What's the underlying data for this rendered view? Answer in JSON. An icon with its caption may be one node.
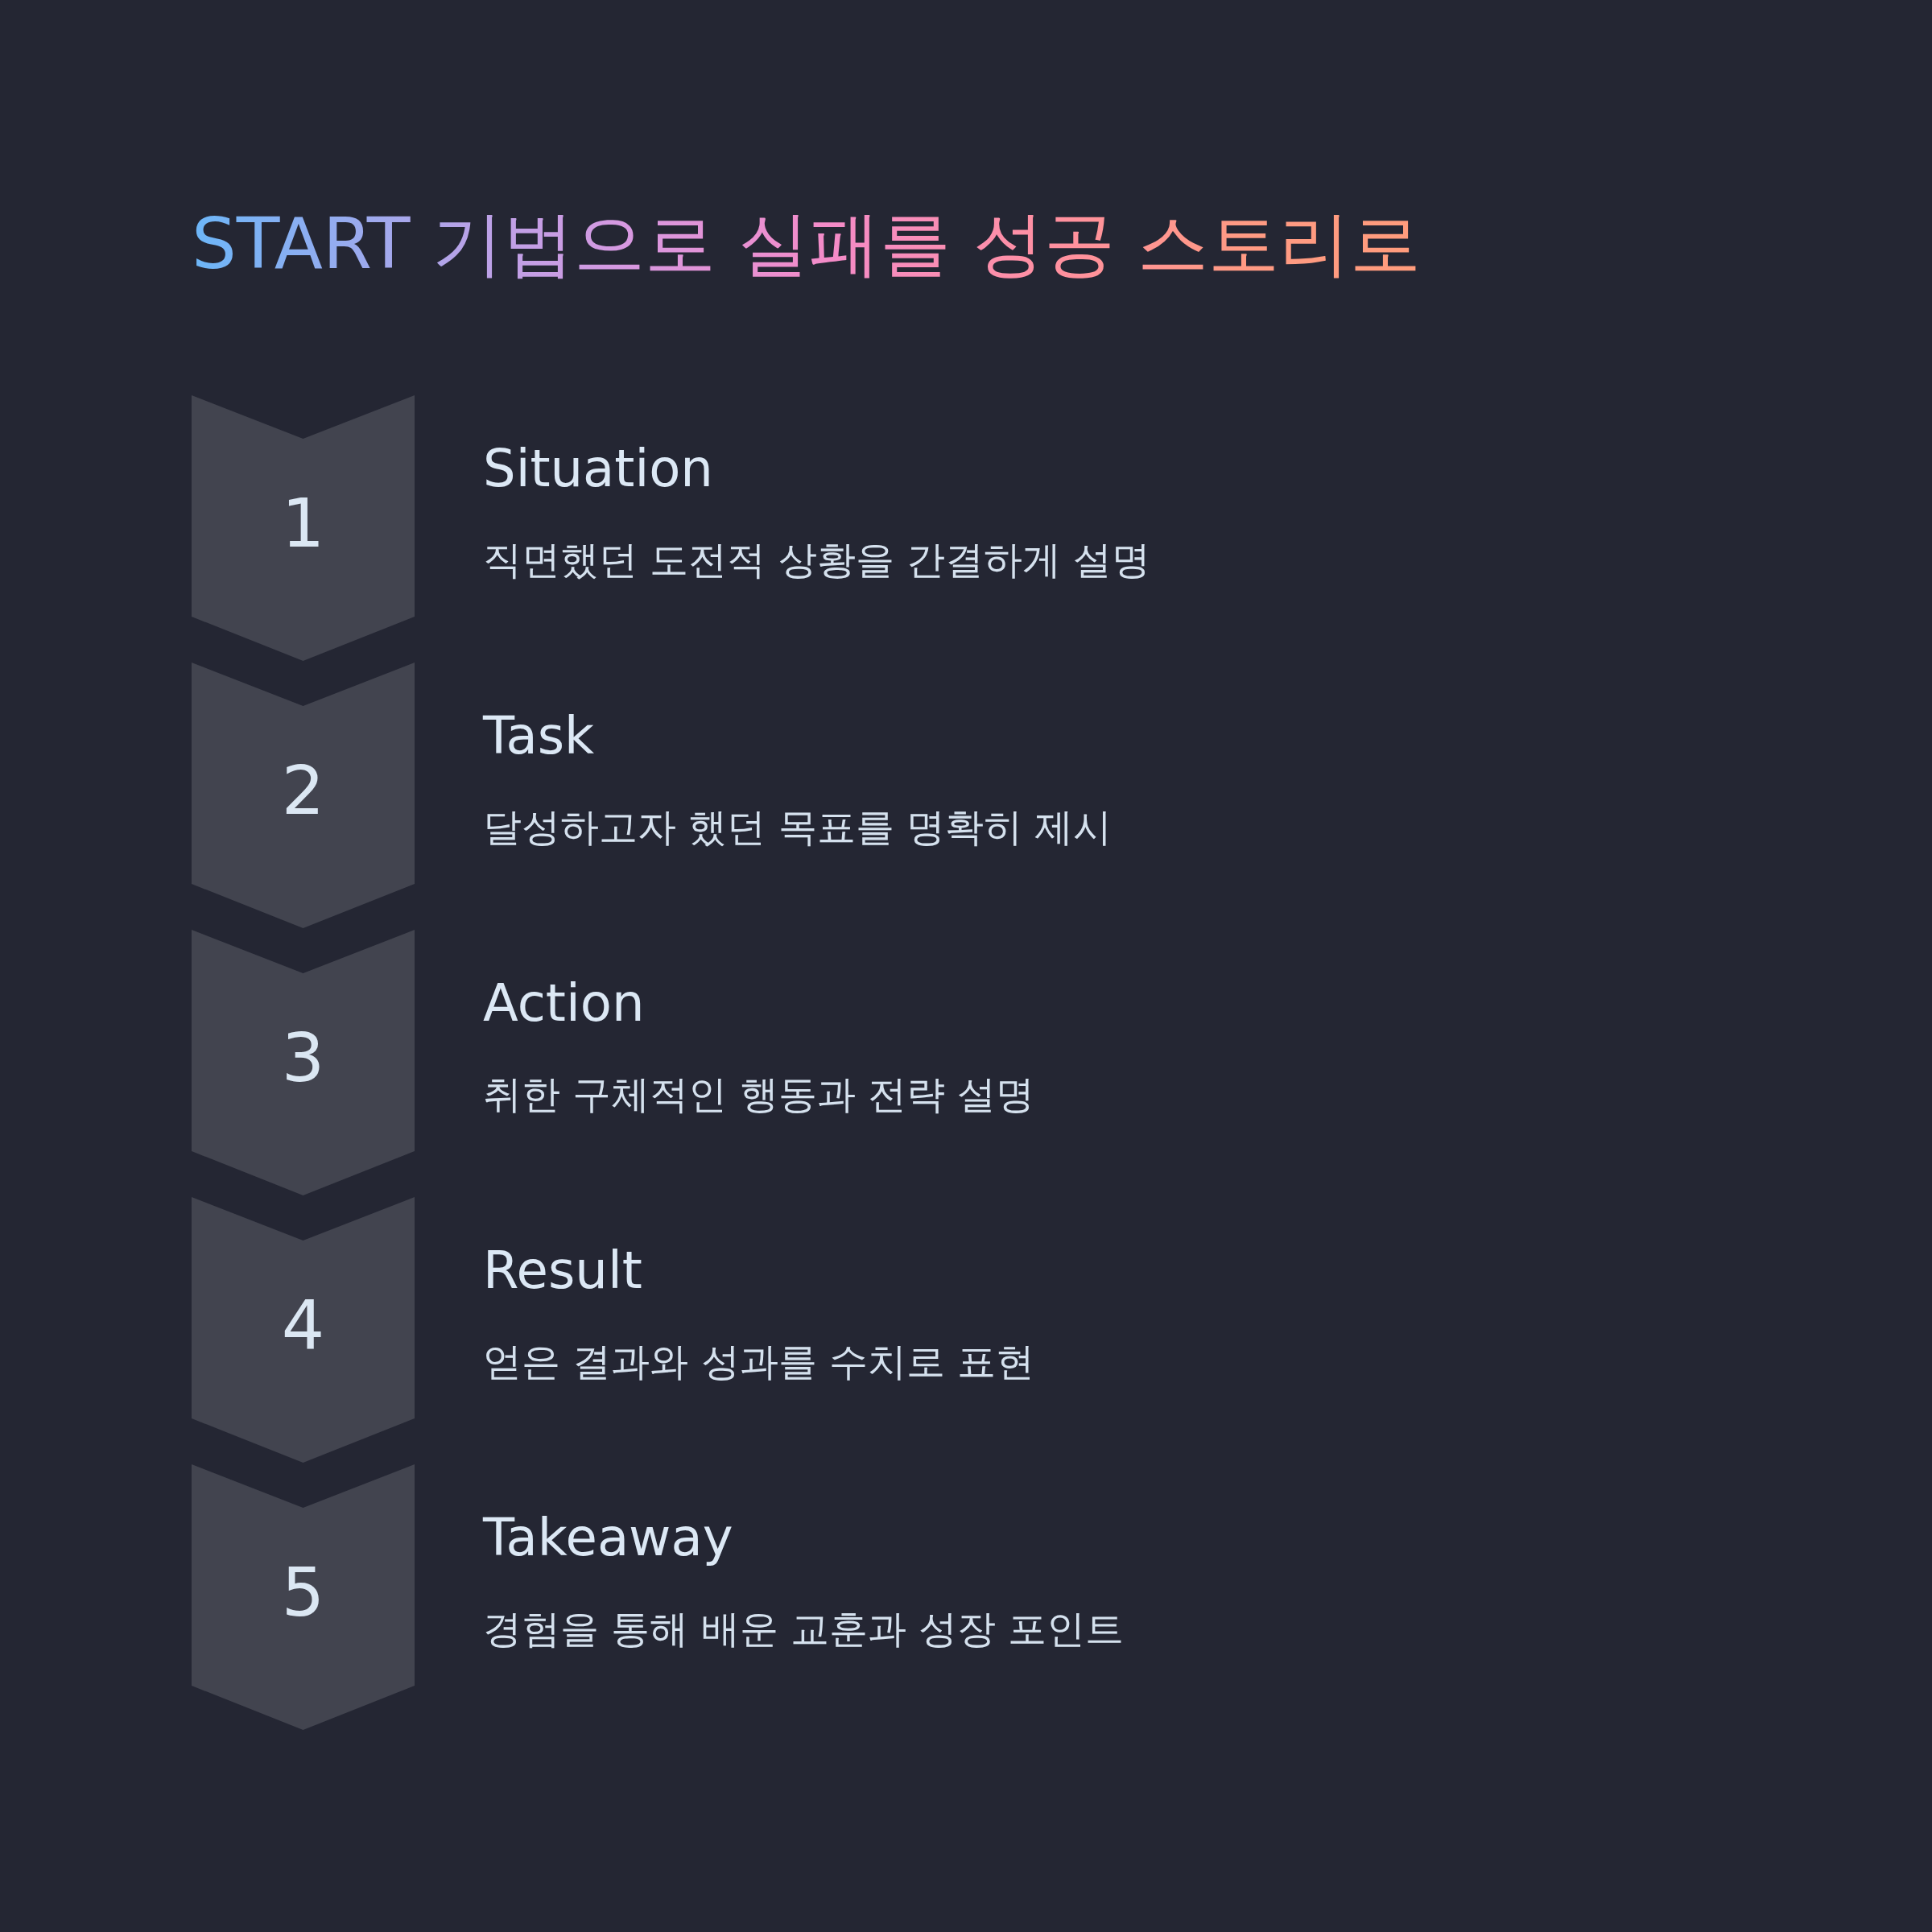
{
  "diagram": {
    "title": "START 기법으로 실패를 성공 스토리로",
    "nodes": [
      {
        "text": [
          "1"
        ],
        "beside": [
          "Situation",
          "직면했던 도전적 상황을 간결하게 설명"
        ]
      },
      {
        "text": [
          "2"
        ],
        "beside": [
          "Task",
          "달성하고자 했던 목표를 명확히 제시"
        ]
      },
      {
        "text": [
          "3"
        ],
        "beside": [
          "Action",
          "취한 구체적인 행동과 전략 설명"
        ]
      },
      {
        "text": [
          "4"
        ],
        "beside": [
          "Result",
          "얻은 결과와 성과를 수치로 표현"
        ]
      },
      {
        "text": [
          "5"
        ],
        "beside": [
          "Takeaway",
          "경험을 통해 배운 교훈과 성장 포인트"
        ]
      }
    ]
  }
}
